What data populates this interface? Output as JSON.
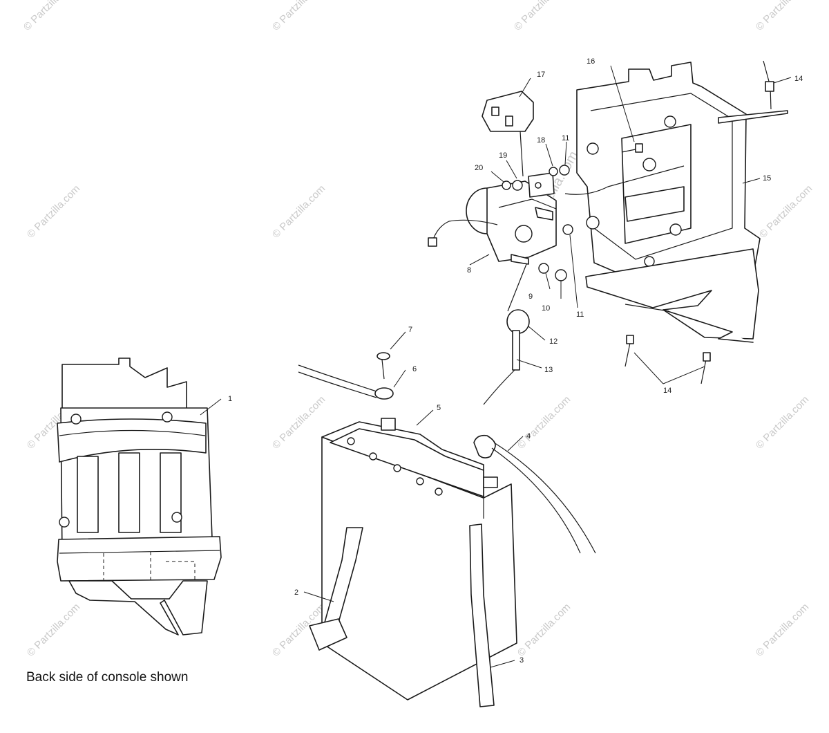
{
  "caption": "Back side of console shown",
  "watermark": "© Partzilla.com",
  "callouts": {
    "c1": "1",
    "c2": "2",
    "c3": "3",
    "c4": "4",
    "c5": "5",
    "c6": "6",
    "c7": "7",
    "c8": "8",
    "c9": "9",
    "c10": "10",
    "c11a": "11",
    "c11b": "11",
    "c12": "12",
    "c13": "13",
    "c14a": "14",
    "c14b": "14",
    "c15": "15",
    "c16": "16",
    "c17": "17",
    "c18": "18",
    "c19": "19",
    "c20": "20"
  }
}
